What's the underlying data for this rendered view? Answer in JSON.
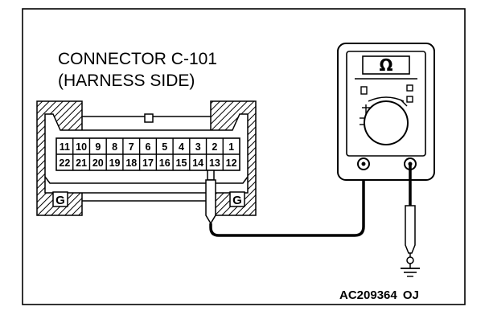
{
  "diagram": {
    "title_line1": "CONNECTOR C-101",
    "title_line2": "(HARNESS SIDE)",
    "figure_code": "AC209364",
    "figure_suffix": "OJ",
    "ground_label": "G",
    "meter_display": "Ω",
    "connector": {
      "top_row": [
        "11",
        "10",
        "9",
        "8",
        "7",
        "6",
        "5",
        "4",
        "3",
        "2",
        "1"
      ],
      "bottom_row": [
        "22",
        "21",
        "20",
        "19",
        "18",
        "17",
        "16",
        "15",
        "14",
        "13",
        "12"
      ],
      "probed_pin": "13"
    },
    "icons": [
      "ohmmeter-icon",
      "ground-icon",
      "probe-icon"
    ]
  }
}
